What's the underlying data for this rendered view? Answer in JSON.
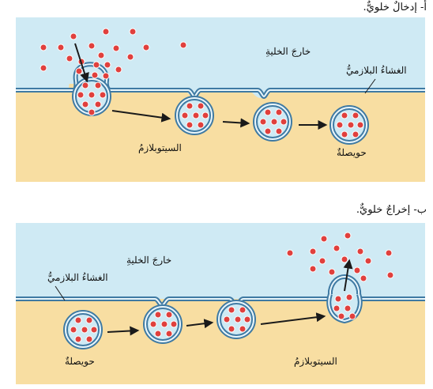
{
  "panel_a": {
    "caption": "أ- إدخالٌ خلويٌّ.",
    "outside_label": "خارجَ الخليةِ",
    "membrane_label": "الغشاءُ البلازميُّ",
    "cytoplasm_label": "السيتوبلازمُ",
    "vesicle_label": "حويصلةٌ"
  },
  "panel_b": {
    "caption": "ب- إخراجٌ خلويٌّ.",
    "outside_label": "خارجَ الخليةِ",
    "membrane_label": "الغشاءُ البلازميُّ",
    "cytoplasm_label": "السيتوبلازمُ",
    "vesicle_label": "حويصلةٌ"
  },
  "colors": {
    "outside": "#cfeaf4",
    "cytoplasm": "#f8dea2",
    "membrane": "#3f7aa3",
    "membrane_inner": "#e9f6fb",
    "particle": "#e0403d",
    "arrow": "#1a1a1a"
  }
}
